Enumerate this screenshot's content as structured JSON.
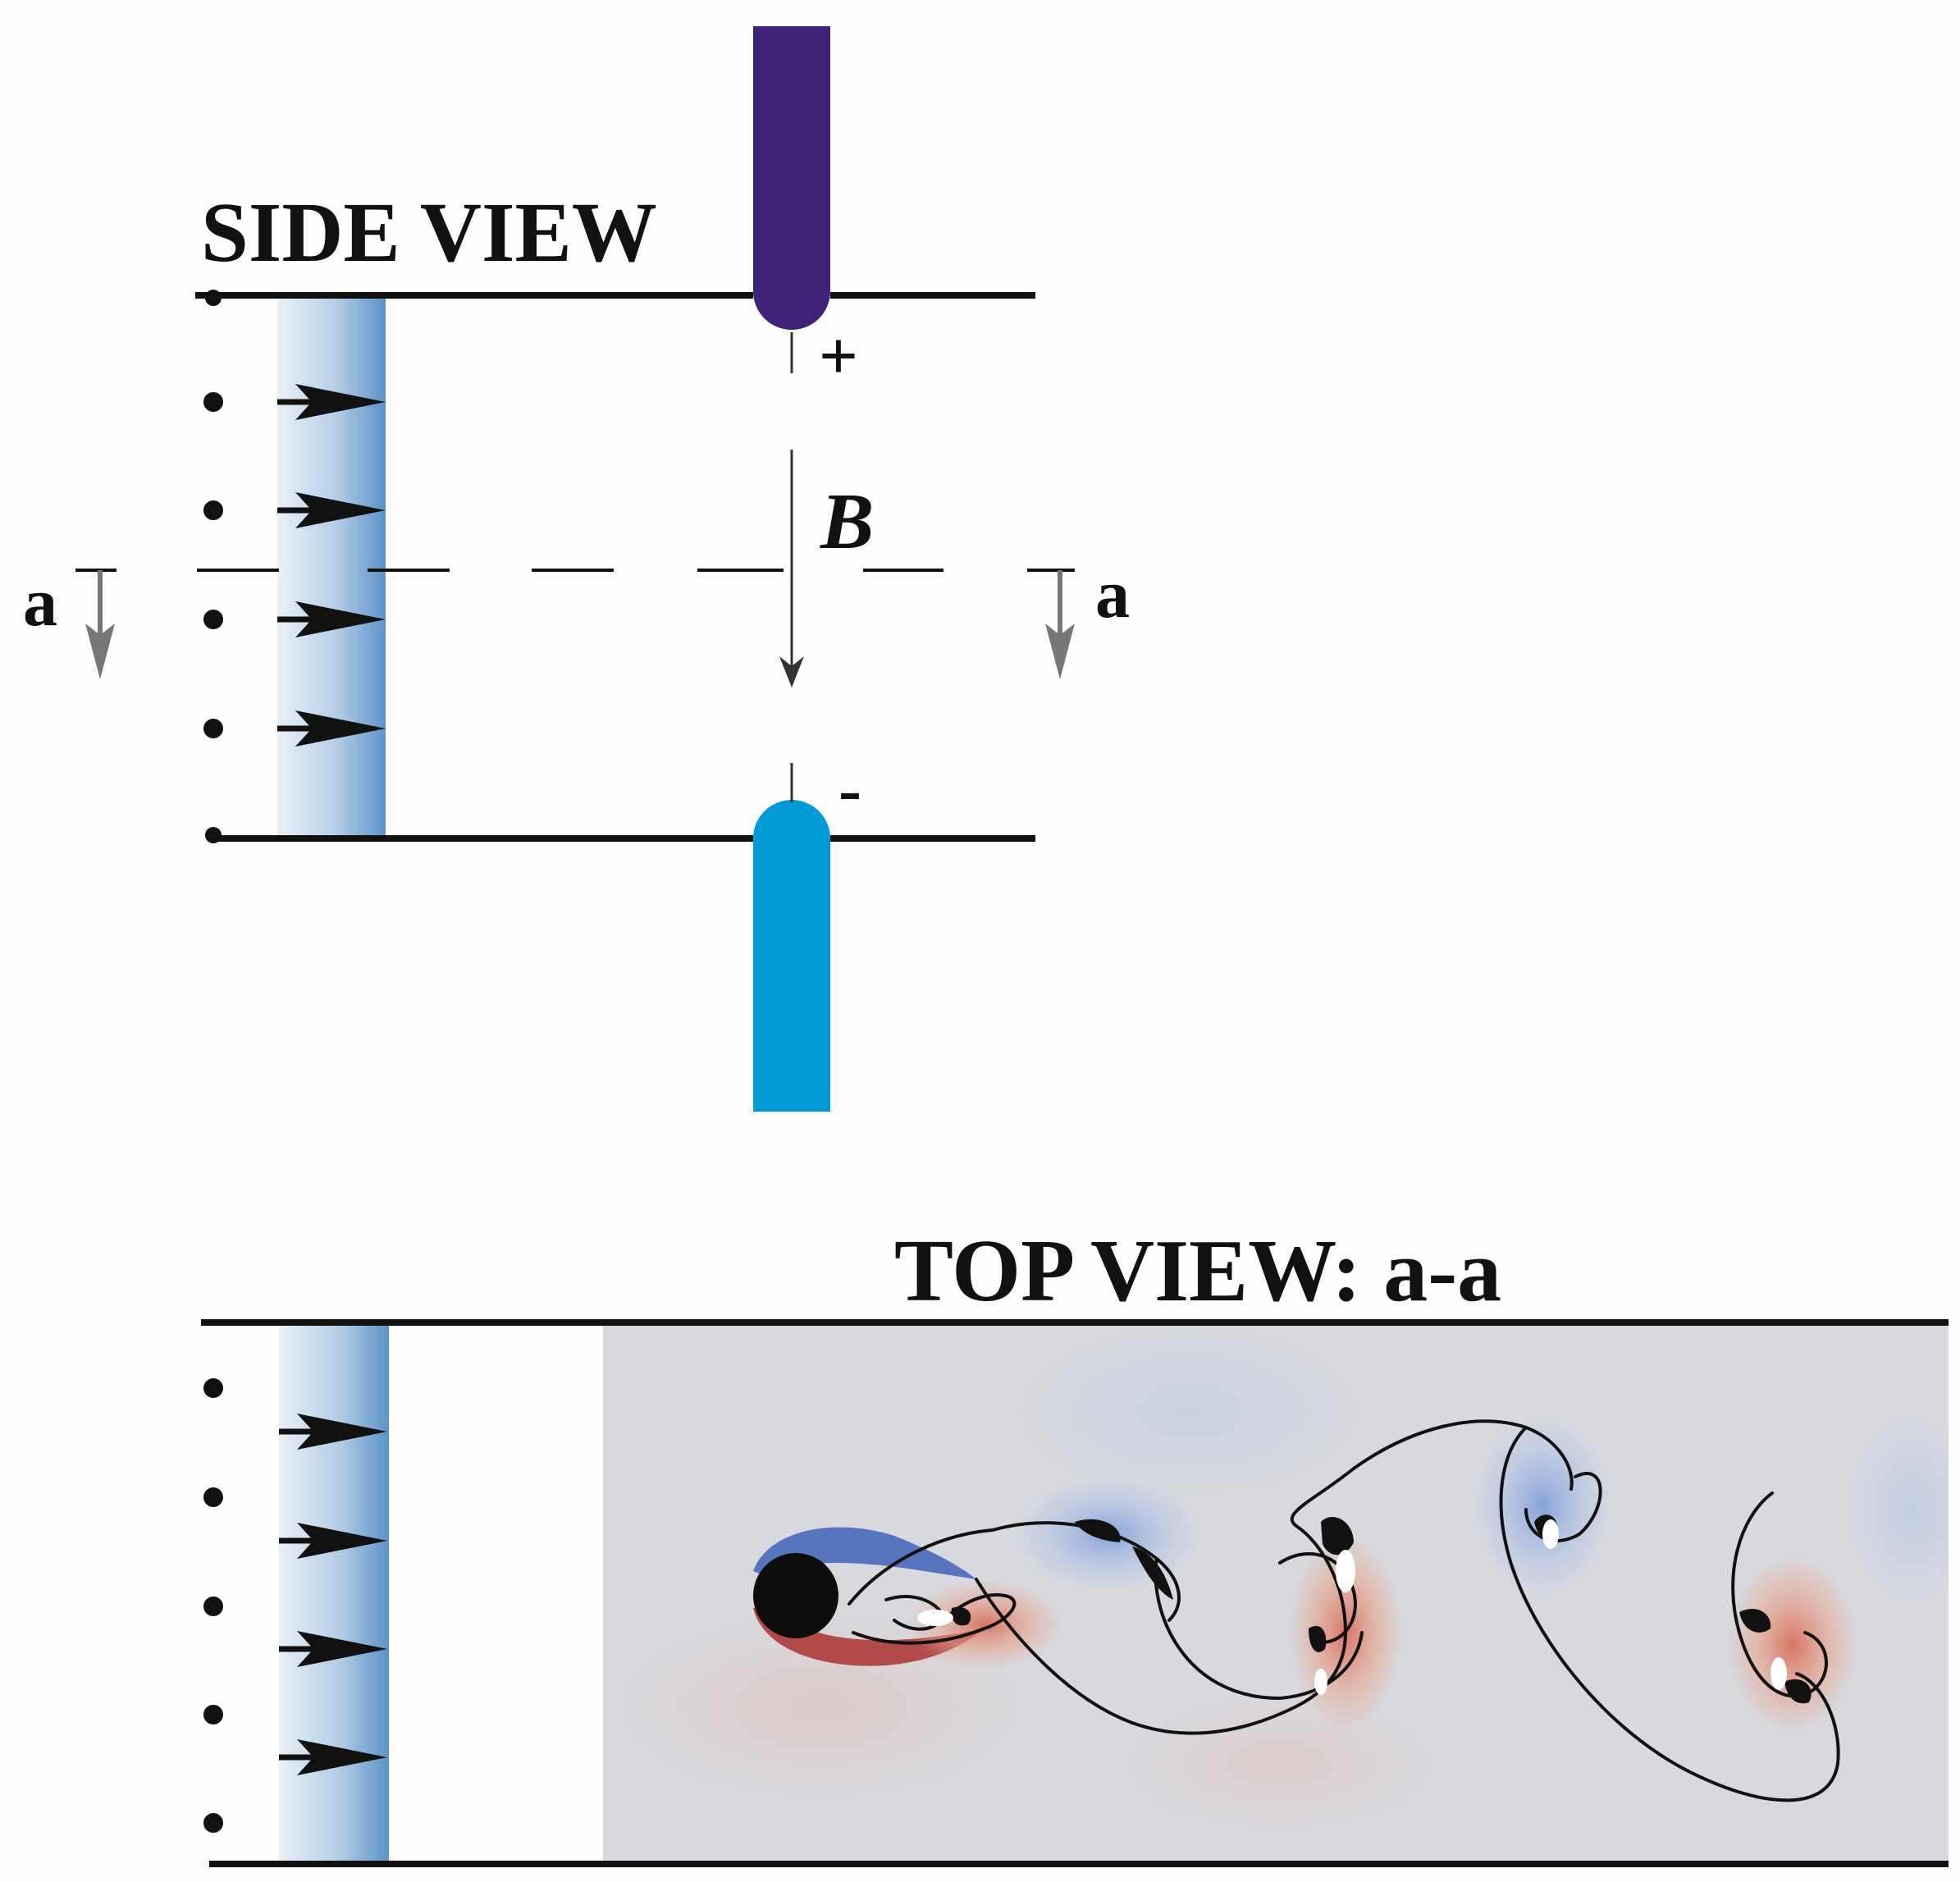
{
  "side_view": {
    "title": "SIDE VIEW",
    "field_label": "B",
    "plus_label": "+",
    "minus_label": "-",
    "section_left": "a",
    "section_right": "a",
    "top_electrode_color": "#3d2277",
    "bottom_electrode_color": "#009bd6",
    "inflow_arrows": 4,
    "inflow_dots": 6
  },
  "top_view": {
    "title": "TOP VIEW: a-a",
    "inflow_arrows": 4,
    "inflow_dots": 5,
    "vorticity_positive_color": "#b8393b",
    "vorticity_negative_color": "#3d68c6",
    "background_color": "#d8d9de"
  }
}
